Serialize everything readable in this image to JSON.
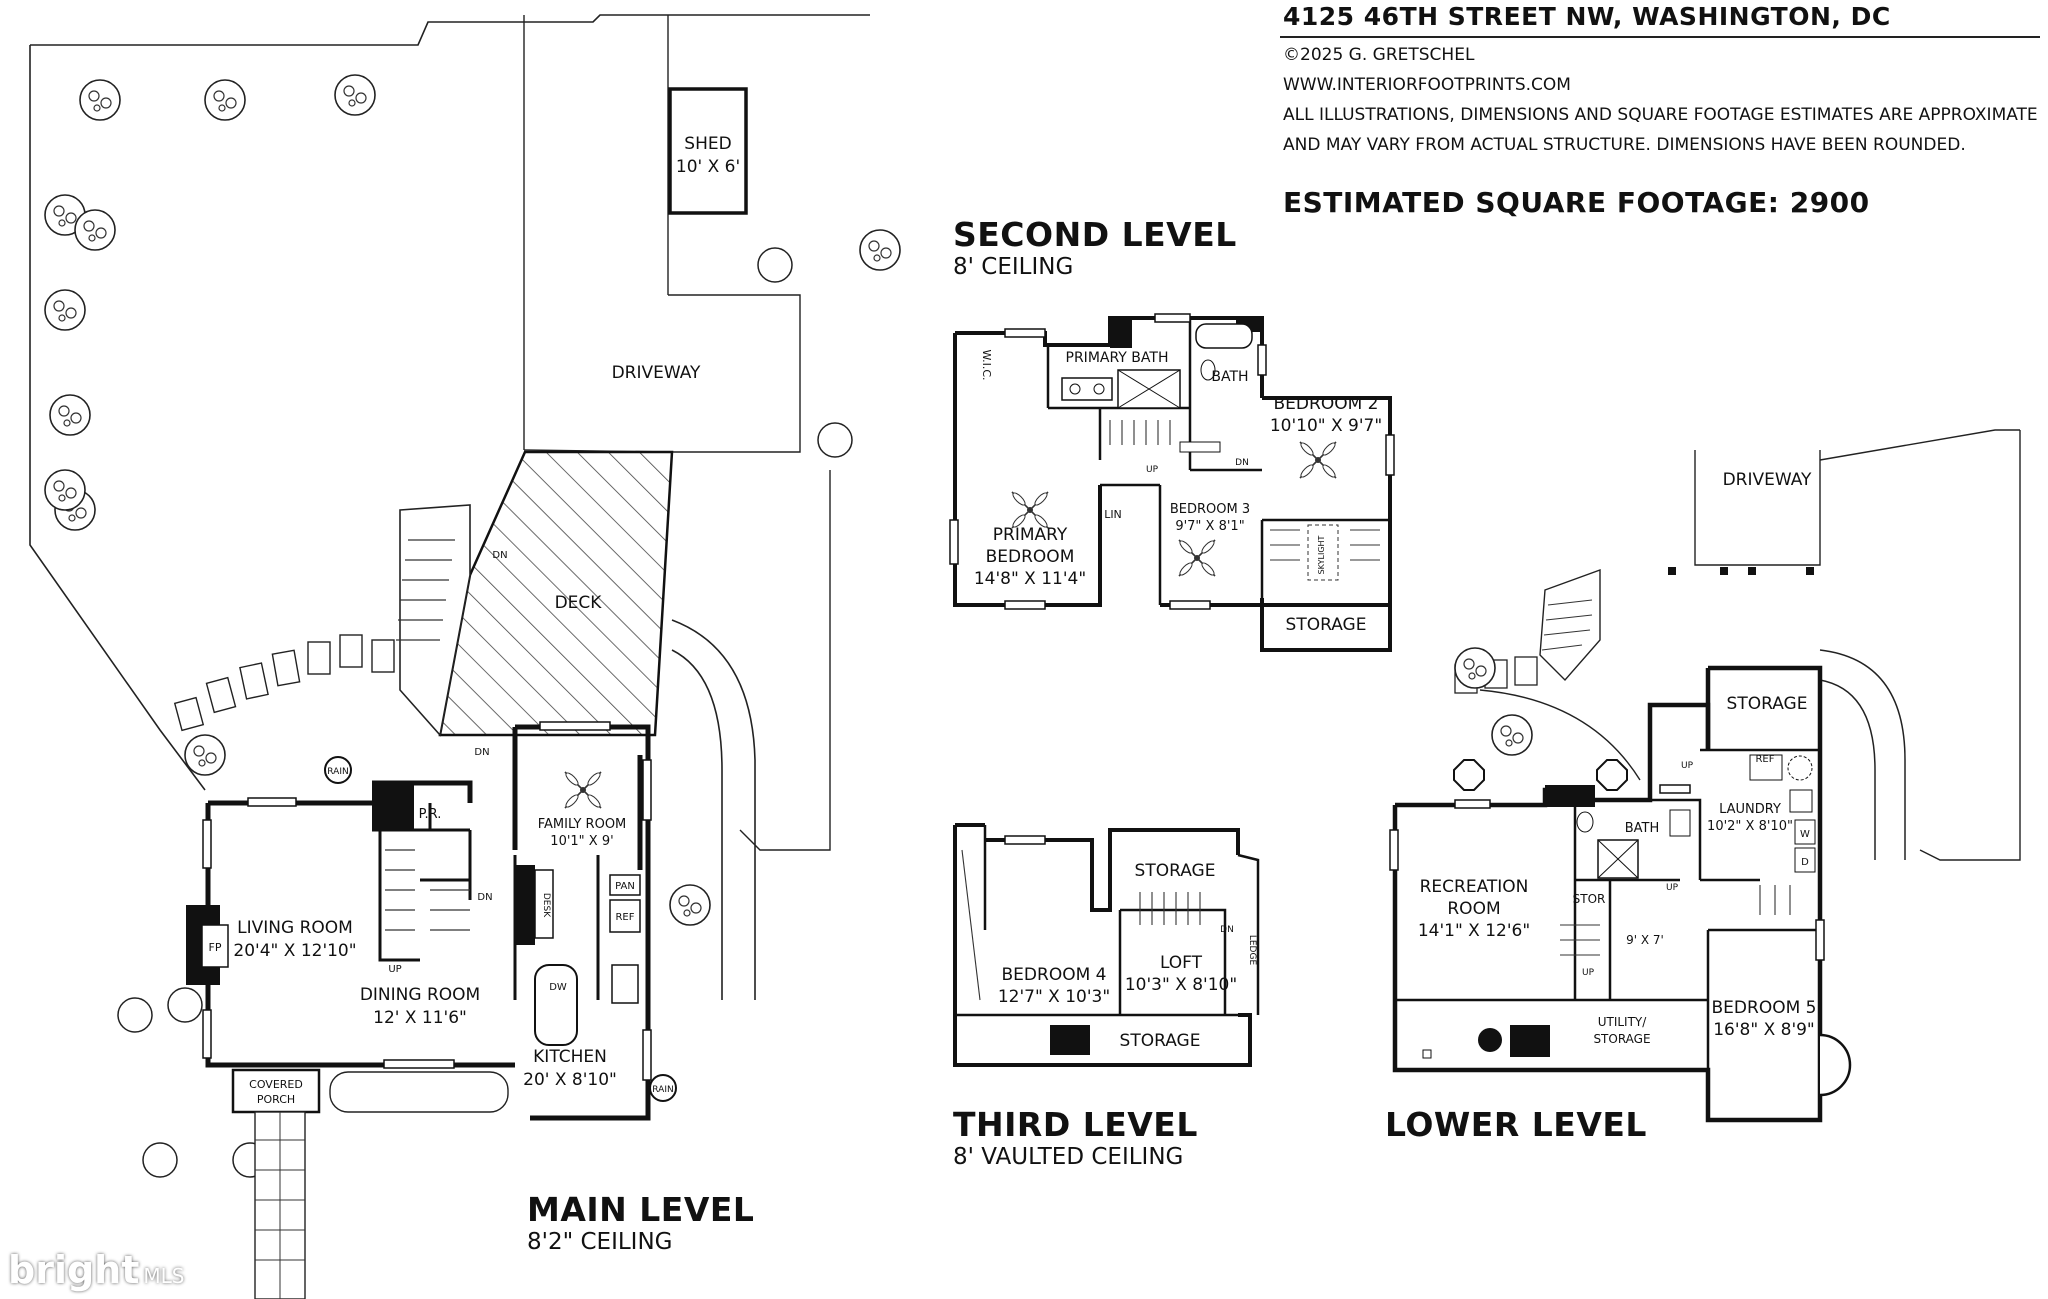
{
  "header": {
    "address": "4125 46TH STREET NW, WASHINGTON, DC",
    "copyright": "©2025 G. GRETSCHEL",
    "website": "WWW.INTERIORFOOTPRINTS.COM",
    "disclaimer_1": "ALL ILLUSTRATIONS, DIMENSIONS AND SQUARE FOOTAGE ESTIMATES ARE APPROXIMATE",
    "disclaimer_2": "AND MAY VARY FROM ACTUAL STRUCTURE. DIMENSIONS HAVE BEEN ROUNDED.",
    "sqft": "ESTIMATED SQUARE FOOTAGE: 2900"
  },
  "levels": {
    "main": {
      "name": "MAIN LEVEL",
      "ceiling": "8'2\" CEILING"
    },
    "second": {
      "name": "SECOND LEVEL",
      "ceiling": "8' CEILING"
    },
    "third": {
      "name": "THIRD LEVEL",
      "ceiling": "8' VAULTED CEILING"
    },
    "lower": {
      "name": "LOWER LEVEL",
      "ceiling": ""
    }
  },
  "main": {
    "shed": "SHED",
    "shed_dim": "10' X 6'",
    "driveway": "DRIVEWAY",
    "deck": "DECK",
    "dn_deck": "DN",
    "dn_stairs": "DN",
    "dn_interior": "DN",
    "up_interior": "UP",
    "rain_1": "RAIN",
    "rain_2": "RAIN",
    "pr": "P.R.",
    "family_room": "FAMILY ROOM",
    "family_dim": "10'1\" X 9'",
    "living_room": "LIVING ROOM",
    "living_dim": "20'4\" X 12'10\"",
    "fp": "FP",
    "dining_room": "DINING ROOM",
    "dining_dim": "12' X 11'6\"",
    "kitchen": "KITCHEN",
    "kitchen_dim": "20' X 8'10\"",
    "desk": "DESK",
    "pan": "PAN",
    "ref": "REF",
    "dw": "DW",
    "covered_porch_1": "COVERED",
    "covered_porch_2": "PORCH"
  },
  "second": {
    "wic": "W.I.C.",
    "primary_bath": "PRIMARY BATH",
    "bath": "BATH",
    "bedroom2": "BEDROOM 2",
    "bedroom2_dim": "10'10\" X 9'7\"",
    "primary_bedroom_1": "PRIMARY",
    "primary_bedroom_2": "BEDROOM",
    "primary_dim": "14'8\" X 11'4\"",
    "lin": "LIN",
    "bedroom3": "BEDROOM 3",
    "bedroom3_dim": "9'7\" X 8'1\"",
    "skylight": "SKYLIGHT",
    "storage": "STORAGE",
    "up": "UP",
    "dn": "DN"
  },
  "third": {
    "storage_top": "STORAGE",
    "bedroom4": "BEDROOM 4",
    "bedroom4_dim": "12'7\" X 10'3\"",
    "loft": "LOFT",
    "loft_dim": "10'3\" X 8'10\"",
    "ledge": "LEDGE",
    "dn": "DN",
    "storage_bottom": "STORAGE"
  },
  "lower": {
    "driveway": "DRIVEWAY",
    "storage": "STORAGE",
    "ref": "REF",
    "laundry": "LAUNDRY",
    "laundry_dim": "10'2\" X 8'10\"",
    "w": "W",
    "d": "D",
    "bath": "BATH",
    "recreation_1": "RECREATION",
    "recreation_2": "ROOM",
    "recreation_dim": "14'1\" X 12'6\"",
    "stor": "STOR",
    "hall_dim": "9' X 7'",
    "up_1": "UP",
    "up_2": "UP",
    "up_3": "UP",
    "utility_1": "UTILITY/",
    "utility_2": "STORAGE",
    "bedroom5": "BEDROOM 5",
    "bedroom5_dim": "16'8\" X 8'9\""
  },
  "watermark": {
    "brand": "bright",
    "suffix": "MLS"
  }
}
